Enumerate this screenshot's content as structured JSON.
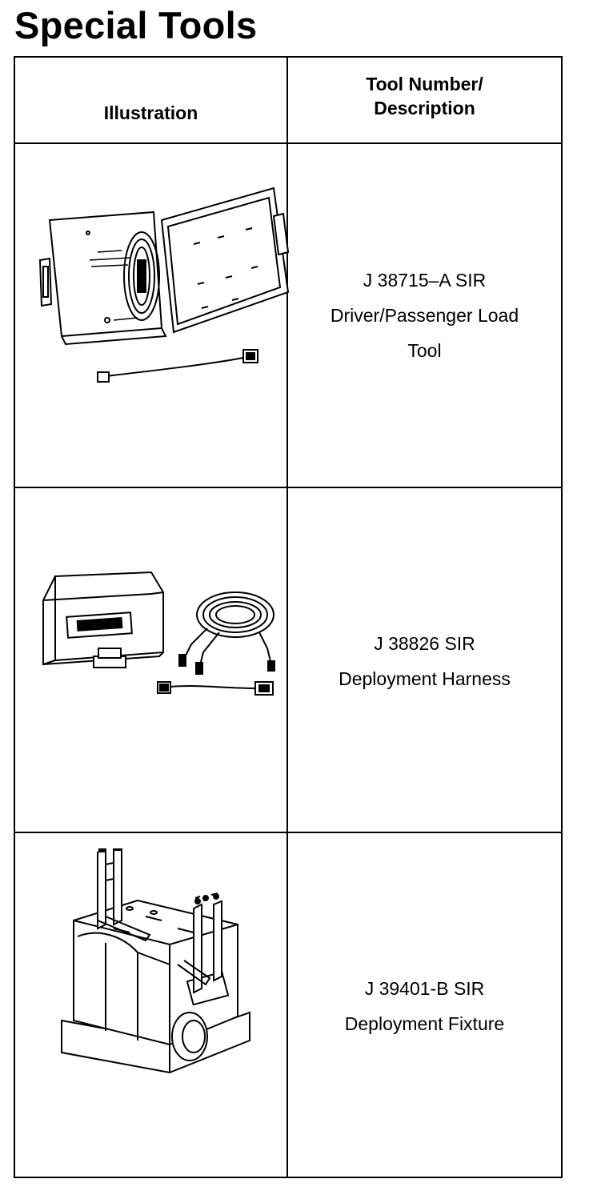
{
  "page": {
    "title": "Special Tools"
  },
  "table": {
    "headers": {
      "illustration": "Illustration",
      "tool": "Tool Number/\nDescription"
    },
    "rows": [
      {
        "line1": "J 38715–A SIR",
        "line2": "Driver/Passenger Load",
        "line3": "Tool",
        "image": "load-tool-case-illustration"
      },
      {
        "line1": "J 38826 SIR",
        "line2": "Deployment Harness",
        "image": "deployment-harness-illustration"
      },
      {
        "line1": "J 39401-B SIR",
        "line2": "Deployment Fixture",
        "image": "deployment-fixture-illustration"
      }
    ]
  }
}
